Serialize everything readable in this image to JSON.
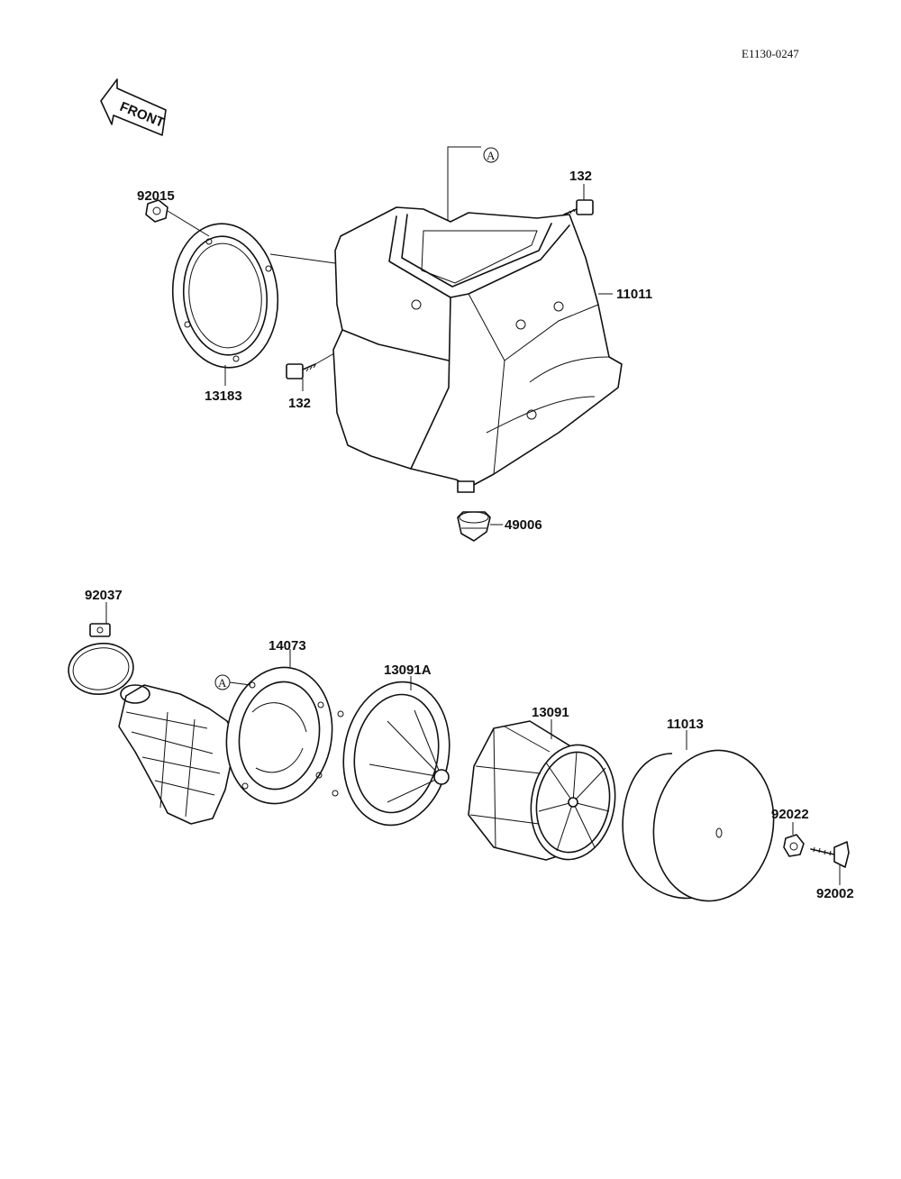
{
  "diagram_code": "E1130-0247",
  "front_arrow_label": "FRONT",
  "reference_mark": "A",
  "parts": {
    "p92015": "92015",
    "p13183": "13183",
    "p132_top": "132",
    "p132_left": "132",
    "p11011": "11011",
    "p49006": "49006",
    "p92037": "92037",
    "p14073": "14073",
    "p13091A": "13091A",
    "p13091": "13091",
    "p11013": "11013",
    "p92022": "92022",
    "p92002": "92002"
  }
}
